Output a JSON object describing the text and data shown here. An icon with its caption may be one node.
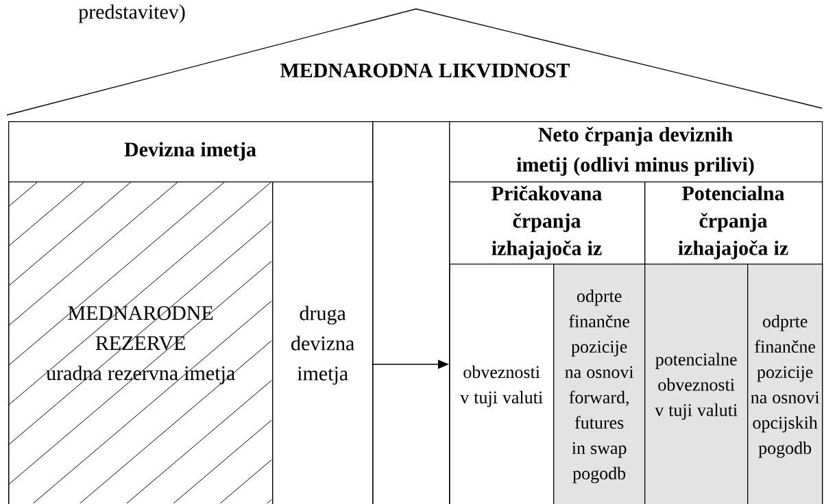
{
  "diagram": {
    "nodes": [
      {
        "text": [
          "MEDNARODNA LIKVIDNOST"
        ]
      },
      {
        "text": [
          "Devizna imetja"
        ]
      },
      {
        "text": [
          "MEDNARODNE REZERVE",
          "uradna rezervna imetja"
        ],
        "in": 1
      },
      {
        "text": [
          "druga devizna imetja"
        ],
        "in": 1
      },
      {
        "text": [],
        "shape": "box"
      },
      {
        "text": [
          "Neto črpanja deviznih imetij (odlivi minus prilivi)"
        ]
      },
      {
        "text": [
          "Pričakovana črpanja izhajajoča iz"
        ],
        "in": 5
      },
      {
        "text": [
          "Potencialna črpanja izhajajoča iz"
        ],
        "in": 5
      },
      {
        "text": [
          "obveznosti v tuji valuti"
        ],
        "in": 6
      },
      {
        "text": [
          "odprte finančne pozicije na osnovi forward, futures in swap pogodb"
        ],
        "in": 6
      },
      {
        "text": [
          "potencialne obveznosti v tuji valuti"
        ],
        "in": 7
      },
      {
        "text": [
          "odprte finančne pozicije na osnovi opcijskih pogodb"
        ],
        "in": 7
      }
    ],
    "edges": [
      {
        "from": 4,
        "to": 5,
        "arrow": "to"
      }
    ],
    "labels": [
      "predstavitev)"
    ]
  }
}
